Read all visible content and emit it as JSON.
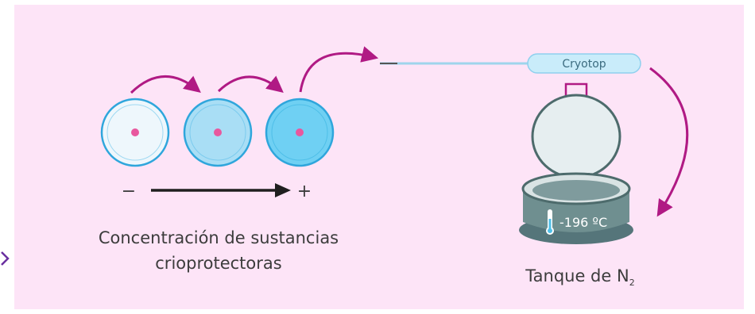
{
  "diagram": {
    "colors": {
      "background": "#fde4f7",
      "arrow_magenta": "#b01a84",
      "cell_light": "#eef7fc",
      "cell_mid": "#a9def5",
      "cell_dark": "#6fd0f3",
      "cell_outline": "#2fa6dc",
      "nucleus": "#e8589e",
      "cryotop": "#c9ecfa",
      "tank_body": "#6f8f90",
      "tank_dark": "#4d6b6c",
      "lid": "#e6eef0"
    },
    "gradient": {
      "minus_sign": "−",
      "plus_sign": "+"
    },
    "concentration_caption_line1": "Concentración de sustancias",
    "concentration_caption_line2": "crioprotectoras",
    "cryotop_label": "Cryotop",
    "temperature_label": "-196 ºC",
    "tank_caption_main": "Tanque de N",
    "tank_caption_sub": "2"
  }
}
